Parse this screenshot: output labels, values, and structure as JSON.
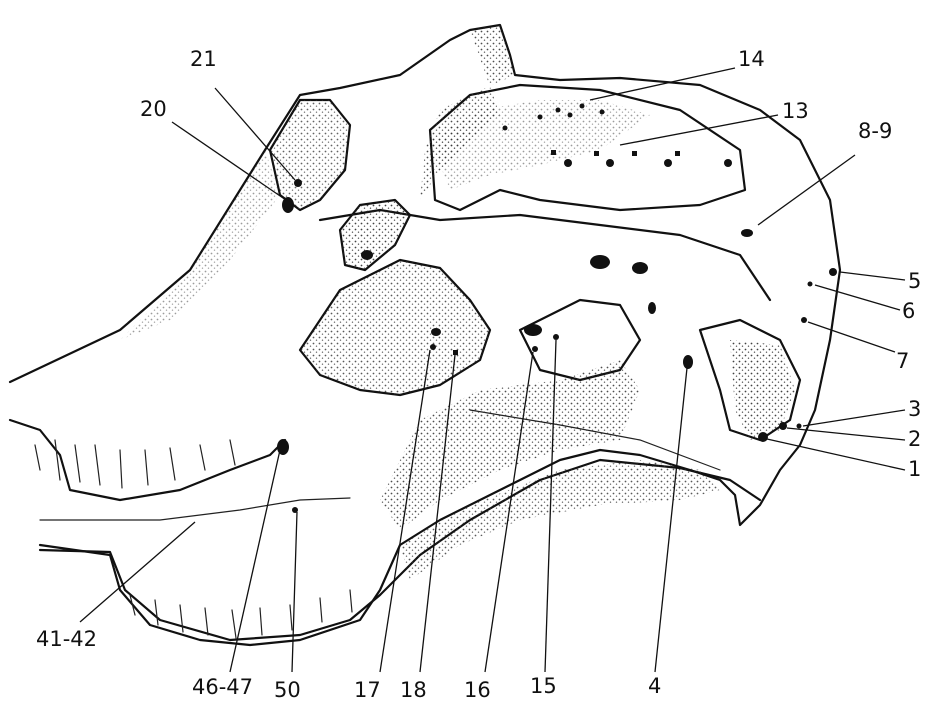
{
  "figure": {
    "subject": "skull lateral view line drawing with numbered points",
    "labels": [
      {
        "id": "l21",
        "text": "21"
      },
      {
        "id": "l20",
        "text": "20"
      },
      {
        "id": "l14",
        "text": "14"
      },
      {
        "id": "l13",
        "text": "13"
      },
      {
        "id": "l89",
        "text": "8-9"
      },
      {
        "id": "l5",
        "text": "5"
      },
      {
        "id": "l6",
        "text": "6"
      },
      {
        "id": "l7",
        "text": "7"
      },
      {
        "id": "l3",
        "text": "3"
      },
      {
        "id": "l2",
        "text": "2"
      },
      {
        "id": "l1",
        "text": "1"
      },
      {
        "id": "l4142",
        "text": "41-42"
      },
      {
        "id": "l4647",
        "text": "46-47"
      },
      {
        "id": "l50",
        "text": "50"
      },
      {
        "id": "l17",
        "text": "17"
      },
      {
        "id": "l18",
        "text": "18"
      },
      {
        "id": "l16",
        "text": "16"
      },
      {
        "id": "l15",
        "text": "15"
      },
      {
        "id": "l4",
        "text": "4"
      }
    ],
    "colors": {
      "ink": "#111111",
      "paper": "#ffffff"
    }
  }
}
